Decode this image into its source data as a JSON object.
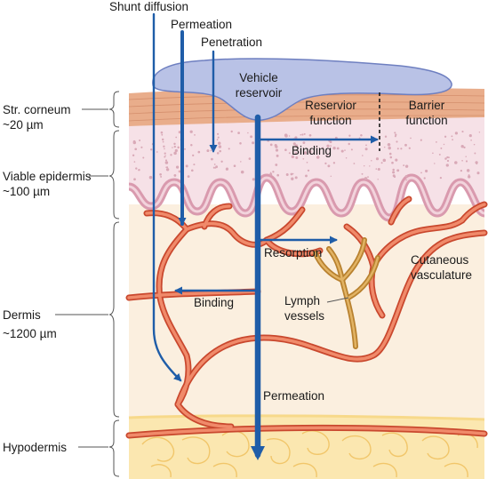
{
  "layers": {
    "stratum_corneum": {
      "name": "Str. corneum",
      "depth": "~20 µm"
    },
    "viable_epidermis": {
      "name": "Viable epidermis",
      "depth": "~100 µm"
    },
    "dermis": {
      "name": "Dermis",
      "depth": "~1200 µm"
    },
    "hypodermis": {
      "name": "Hypodermis"
    }
  },
  "labels": {
    "shunt_diffusion": "Shunt diffusion",
    "permeation_top": "Permeation",
    "penetration": "Penetration",
    "vehicle_line1": "Vehicle",
    "vehicle_line2": "reservoir",
    "reservoir_function_line1": "Reservior",
    "reservoir_function_line2": "function",
    "barrier_function_line1": "Barrier",
    "barrier_function_line2": "function",
    "binding_epidermis": "Binding",
    "resorption": "Resorption",
    "binding_dermis": "Binding",
    "cutaneous_line1": "Cutaneous",
    "cutaneous_line2": "vasculature",
    "lymph_line1": "Lymph",
    "lymph_line2": "vessels",
    "permeation_bottom": "Permeation"
  },
  "colors": {
    "stratum_corneum": "#e9ad8b",
    "epidermis": "#f6e1e7",
    "dermis": "#fbefdf",
    "hypodermis": "#fbe7b0",
    "blood_vessel": "#e8704f",
    "lymph": "#d9a24c",
    "arrow": "#1f5da8",
    "vehicle": "#b9c2e6"
  }
}
